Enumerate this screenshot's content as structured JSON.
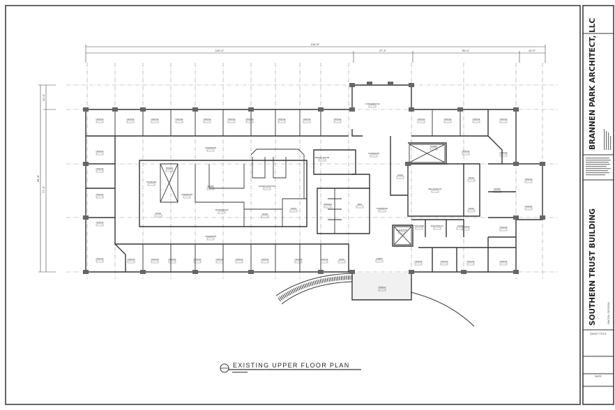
{
  "title_block": {
    "firm_name": "BRANNEN PARK ARCHITECT, LLC",
    "project_name": "SOUTHERN TRUST BUILDING",
    "project_location": "MACON, GEORGIA",
    "sheet_title_label": "SHEET TITLE",
    "date_label": "DATE"
  },
  "drawing": {
    "title": "EXISTING UPPER FLOOR PLAN",
    "dimensions": {
      "overall_width": "214'-8\"",
      "segments": [
        "120'-0\"",
        "27'-4\"",
        "50'-0\"",
        "12'-0\""
      ],
      "vertical": [
        "12'-0\"",
        "66'-8\"",
        "77'-6\""
      ]
    }
  },
  "plan": {
    "colors": {
      "wall": "#333333",
      "column": "#666666",
      "grid": "#999999"
    },
    "rooms": [
      "OFFICE",
      "OFFICE",
      "OFFICE",
      "OFFICE",
      "OFFICE",
      "OFFICE",
      "OFFICE",
      "OFFICE",
      "OFFICE",
      "OFFICE",
      "OFFICE",
      "OFFICE",
      "OFFICE",
      "OFFICE",
      "OFFICE",
      "OFFICE",
      "OFFICE",
      "OFFICE",
      "OFFICE",
      "OFFICE",
      "OFFICE",
      "OFFICE",
      "OFFICE",
      "OFFICE",
      "OFFICE",
      "OFFICE",
      "OFFICE",
      "OFFICE",
      "FILES",
      "OFFICE",
      "OFFICE",
      "OFFICE",
      "OFFICE",
      "OFFICE",
      "OFFICE",
      "OFFICE",
      "OFFICE",
      "OFFICE",
      "CORRIDOR",
      "CORRIDOR",
      "CORRIDOR",
      "CORRIDOR",
      "CONFERENCE",
      "STAIRS",
      "STAIRS",
      "STORAGE",
      "CORRIDOR",
      "WORK",
      "WORKROOM",
      "WORKSTATIONS",
      "FILES",
      "FILES",
      "FILES",
      "BREAK ROOM",
      "WOMEN",
      "MEN",
      "FILES",
      "MECHANICAL",
      "FILES",
      "WORK",
      "FILES",
      "MACHINE",
      "ELECTRICAL",
      "ELEVATOR",
      "FILES",
      "LOBBY",
      "PORCH",
      "OFFICE"
    ]
  }
}
